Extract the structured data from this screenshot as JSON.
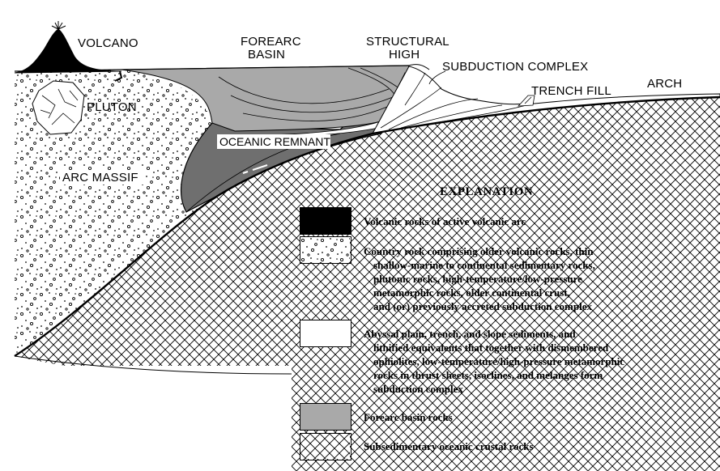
{
  "diagram": {
    "labels": {
      "volcano": "VOLCANO",
      "forearc_basin_1": "FOREARC",
      "forearc_basin_2": "BASIN",
      "structural_high_1": "STRUCTURAL",
      "structural_high_2": "HIGH",
      "subduction_complex": "SUBDUCTION COMPLEX",
      "trench_fill": "TRENCH FILL",
      "arch": "ARCH",
      "pluton": "PLUTON",
      "oceanic_remnant": "OCEANIC REMNANT",
      "arc_massif": "ARC MASSIF"
    }
  },
  "explanation": {
    "title": "EXPLANATION",
    "items": [
      {
        "pattern": "volcanic-black",
        "lines": [
          "Volcanic rocks of active volcanic arc"
        ]
      },
      {
        "pattern": "stipple-country-rock",
        "lines": [
          "Country rock comprising older volcanic rocks, thin",
          "shallow-marine to continental sedimentary rocks,",
          "plutonic rocks, high-temperature/low-pressure",
          "metamorphic rocks, older continental crust,",
          "and (or) previously accreted subduction complex"
        ]
      },
      {
        "pattern": "white-sediments",
        "lines": [
          "Abyssal plain, trench, and slope sediments, and",
          "lithified equivalents that together with dismembered",
          "ophiolites, low-temperature/high-pressure metamorphic",
          "rocks in thrust sheets, isoclines, and melanges form",
          "subduction complex"
        ]
      },
      {
        "pattern": "gray-forearc",
        "lines": [
          "Forearc basin rocks"
        ]
      },
      {
        "pattern": "crosshatch-oceanic-crust",
        "lines": [
          "Subsedimentary oceanic crustal rocks"
        ]
      }
    ],
    "colors": {
      "volcanic": "#000000",
      "forearc": "#a9a9a9",
      "oceanic_remnant": "#6f6f6f",
      "sediments": "#ffffff"
    }
  }
}
